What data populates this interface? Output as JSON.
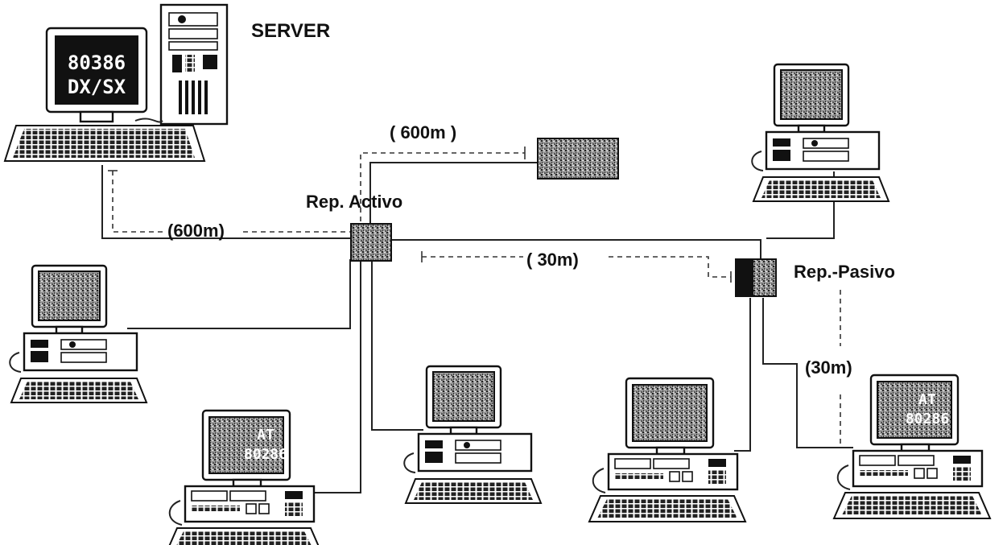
{
  "labels": {
    "server": "SERVER",
    "rep_activo": "Rep. Activo",
    "rep_pasivo": "Rep.-Pasivo",
    "dist_server": "(600m)",
    "dist_top": "( 600m )",
    "dist_middle": "( 30m)",
    "dist_right": "(30m)"
  },
  "server_screen": {
    "line1": "80386",
    "line2": "DX/SX"
  },
  "workstation_screen": {
    "line1": "AT",
    "line2": "80286"
  },
  "icons": [
    "server-tower",
    "desktop-computer",
    "keyboard",
    "active-repeater",
    "passive-repeater",
    "remote-node"
  ],
  "colors": {
    "ink": "#111111",
    "paper": "#ffffff",
    "noise": "#b8b8b8"
  }
}
